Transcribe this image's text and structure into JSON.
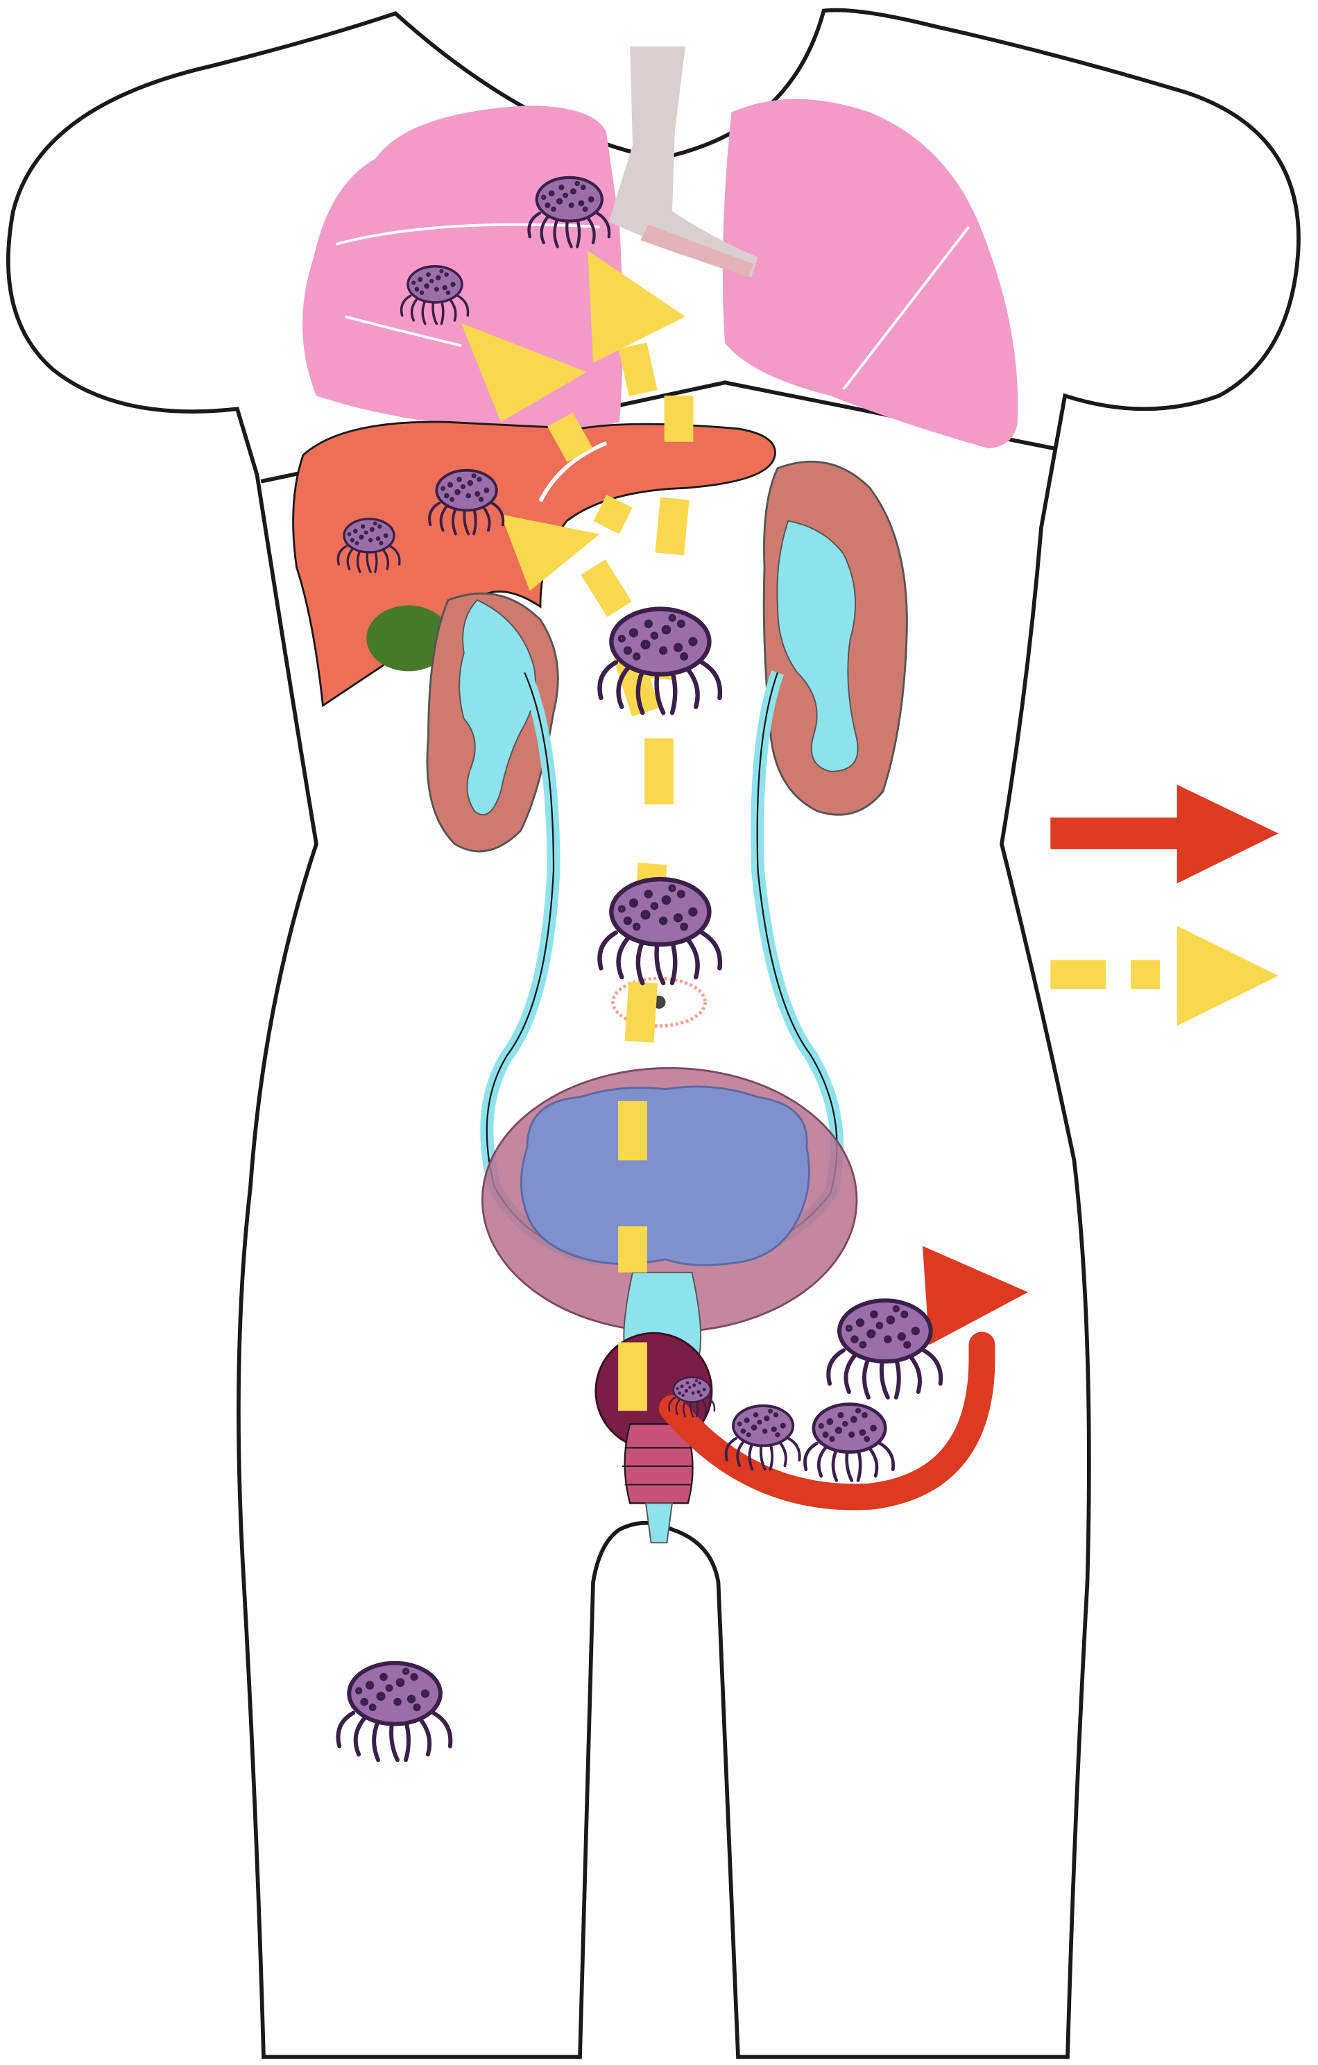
{
  "diagram": {
    "kind": "anatomical-metastasis-illustration",
    "colors": {
      "outline": "#1a1a1a",
      "lung": "#f29bc8",
      "trachea": "#d9cfcf",
      "bronchus": "#e3b3b8",
      "liver": "#ee6f57",
      "gallbladder": "#467a2a",
      "kidney": "#cf7a6e",
      "renal_pelvis": "#8ee2ec",
      "ureter": "#8ee2ec",
      "bladder_wall": "#b8728e",
      "bladder_lumen": "#8090cc",
      "prostate": "#7a1e45",
      "urethra_bulb": "#c8517a",
      "red_arrow": "#dd3a22",
      "yellow_arrow": "#f8d84f",
      "tumor": "#9a6fa8",
      "tumor_dark": "#3c1f4a",
      "navel_ring": "#f0a090"
    },
    "organs": [
      "lungs",
      "trachea",
      "liver",
      "gallbladder",
      "kidneys",
      "ureters",
      "bladder",
      "prostate",
      "urethra"
    ],
    "tumor_icon": "tumor-icon",
    "legend_icons": [
      "red-solid-arrow-icon",
      "yellow-dashed-arrow-icon"
    ]
  }
}
